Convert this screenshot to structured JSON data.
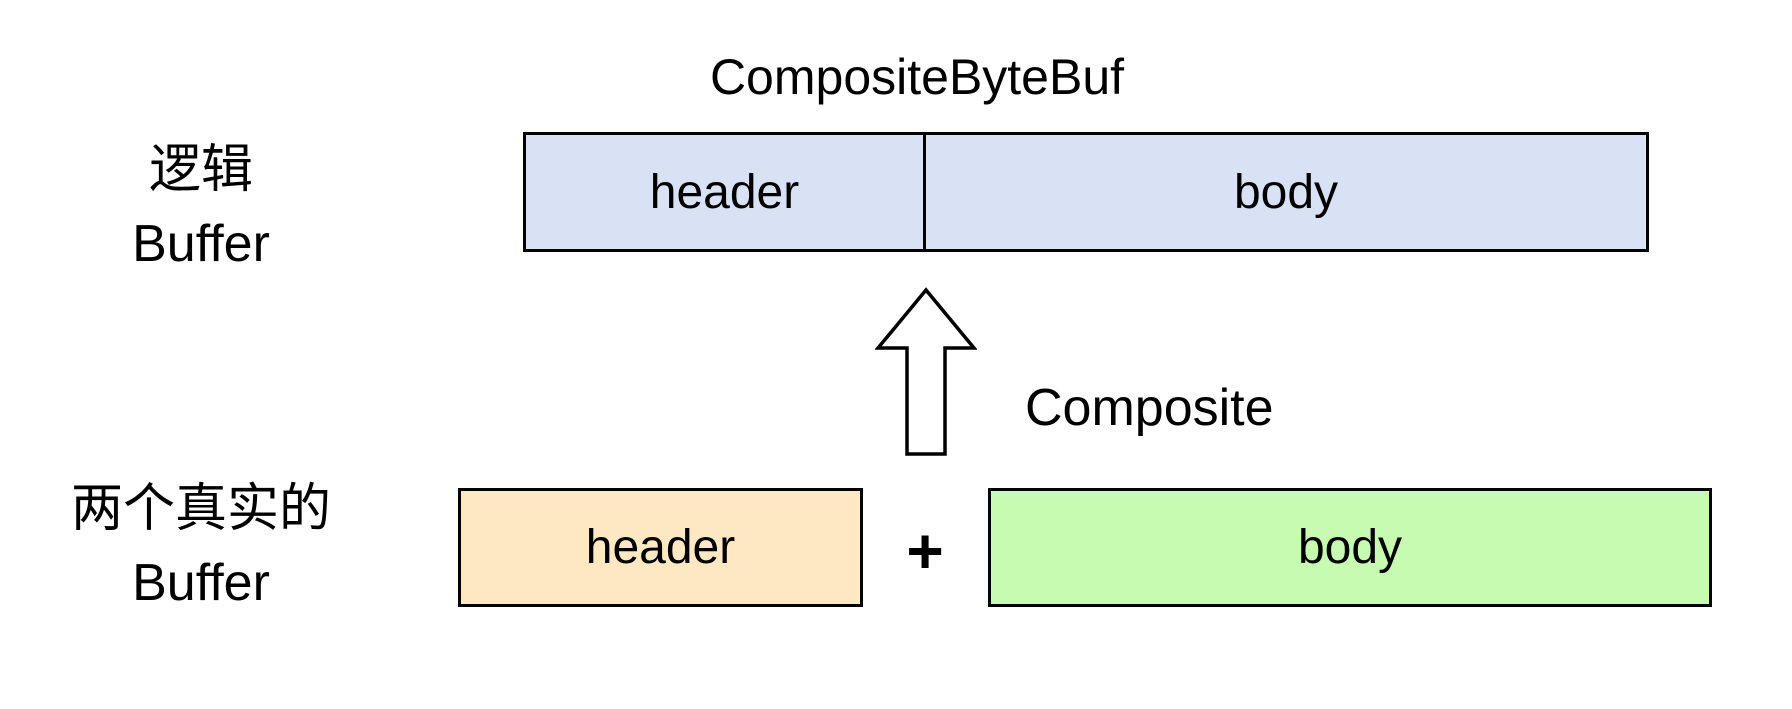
{
  "diagram": {
    "title": "CompositeByteBuf",
    "logical_label": {
      "line1": "逻辑",
      "line2": "Buffer"
    },
    "physical_label": {
      "line1": "两个真实的",
      "line2": "Buffer"
    },
    "composite_buffer": {
      "cells": [
        {
          "label": "header"
        },
        {
          "label": "body"
        }
      ]
    },
    "operation": {
      "label": "Composite",
      "plus": "+",
      "arrow_icon": "up-arrow-icon"
    },
    "real_buffers": [
      {
        "label": "header",
        "fill": "#fce8c2"
      },
      {
        "label": "body",
        "fill": "#c6fbb1"
      }
    ],
    "colors": {
      "composite_fill": "#d9e2f5",
      "real_header_fill": "#fce8c2",
      "real_body_fill": "#c6fbb1",
      "border": "#000000",
      "text": "#000000",
      "background": "#ffffff"
    }
  }
}
